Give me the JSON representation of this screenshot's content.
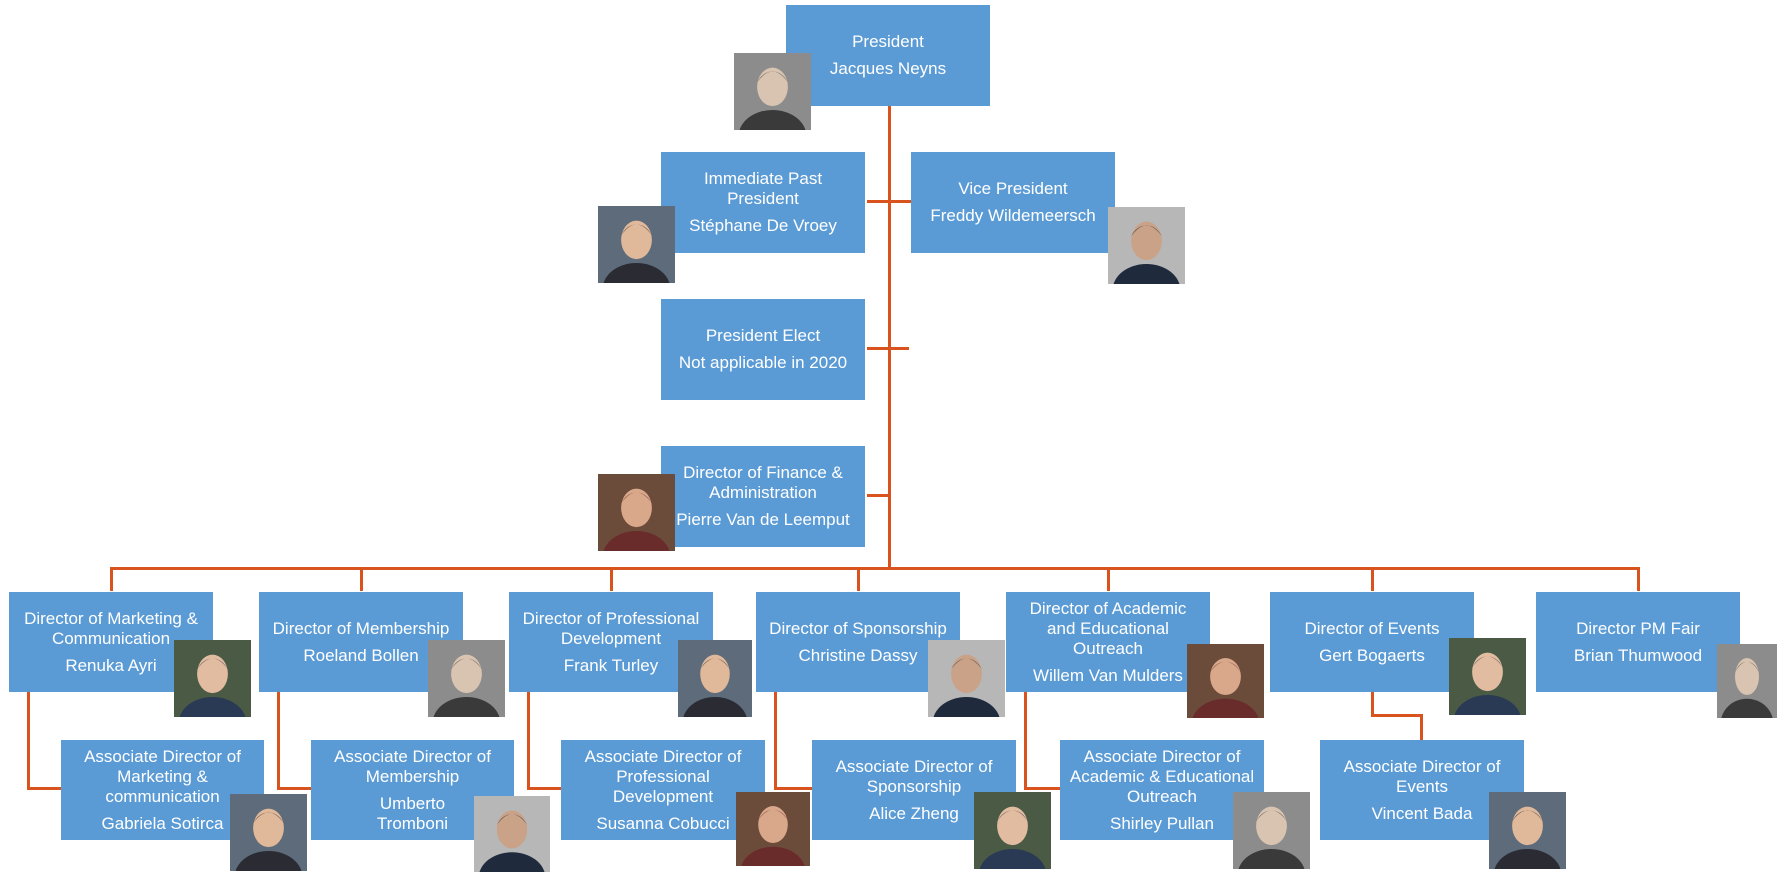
{
  "colors": {
    "box": "#5B9BD5",
    "connector": "#D9531E"
  },
  "president": {
    "role": "President",
    "name": "Jacques Neyns",
    "photo": "portrait-elderly-man"
  },
  "immediate_past_president": {
    "role": "Immediate Past\nPresident",
    "name": "Stéphane De Vroey",
    "photo": "portrait-man-glasses"
  },
  "vice_president": {
    "role": "Vice President",
    "name": "Freddy Wildemeersch",
    "photo": "portrait-man-glasses-gray"
  },
  "president_elect": {
    "role": "President Elect",
    "name": "Not applicable in 2020"
  },
  "finance": {
    "role": "Director of Finance &\nAdministration",
    "name": "Pierre Van de Leemput",
    "photo": "portrait-man-suit"
  },
  "directors": [
    {
      "role": "Director of Marketing &\nCommunication",
      "name": "Renuka Ayri",
      "photo": "portrait-woman"
    },
    {
      "role": "Director of Membership",
      "name": "Roeland Bollen",
      "photo": "portrait-man"
    },
    {
      "role": "Director of Professional\nDevelopment",
      "name": "Frank Turley",
      "photo": "portrait-man-bw"
    },
    {
      "role": "Director of Sponsorship",
      "name": "Christine Dassy",
      "photo": "portrait-woman-red-hair"
    },
    {
      "role": "Director of Academic\nand Educational\nOutreach",
      "name": "Willem Van Mulders",
      "photo": "portrait-man-glasses"
    },
    {
      "role": "Director of Events",
      "name": "Gert Bogaerts",
      "photo": "portrait-man"
    },
    {
      "role": "Director PM Fair",
      "name": "Brian Thumwood",
      "photo": "portrait-man"
    }
  ],
  "associates": [
    {
      "role": "Associate Director of\nMarketing &\ncommunication",
      "name": "Gabriela Sotirca",
      "photo": "portrait-woman-dark-hair"
    },
    {
      "role": "Associate Director of\nMembership",
      "name": "Umberto\nTromboni",
      "photo": "portrait-man-suit"
    },
    {
      "role": "Associate Director of\nProfessional\nDevelopment",
      "name": "Susanna Cobucci",
      "photo": "portrait-woman-dark-hair"
    },
    {
      "role": "Associate Director of\nSponsorship",
      "name": "Alice Zheng",
      "photo": "portrait-woman"
    },
    {
      "role": "Associate Director of\nAcademic & Educational\nOutreach",
      "name": "Shirley Pullan",
      "photo": "portrait-woman"
    },
    {
      "role": "Associate Director of\nEvents",
      "name": "Vincent Bada",
      "photo": "portrait-man-suit"
    }
  ]
}
